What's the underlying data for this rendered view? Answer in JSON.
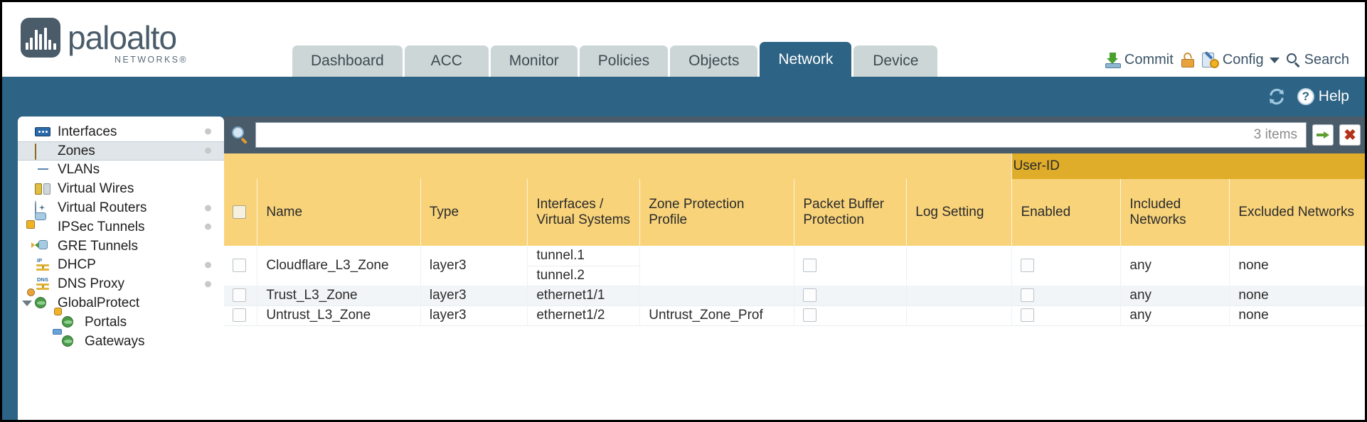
{
  "brand": {
    "name": "paloalto",
    "tagline": "NETWORKS",
    "reg": "®",
    "logo_icon": "paloalto-logo-icon"
  },
  "tabs": [
    {
      "label": "Dashboard",
      "active": false
    },
    {
      "label": "ACC",
      "active": false
    },
    {
      "label": "Monitor",
      "active": false
    },
    {
      "label": "Policies",
      "active": false
    },
    {
      "label": "Objects",
      "active": false
    },
    {
      "label": "Network",
      "active": true
    },
    {
      "label": "Device",
      "active": false
    }
  ],
  "toolbar": {
    "commit_label": "Commit",
    "commit_icon": "commit-icon",
    "lock_icon": "lock-icon",
    "config_label": "Config",
    "config_icon": "config-icon",
    "config_caret_icon": "chevron-down-icon",
    "search_label": "Search",
    "search_icon": "search-icon"
  },
  "subheader": {
    "refresh_icon": "refresh-icon",
    "help_label": "Help",
    "help_icon": "help-icon"
  },
  "sidebar": {
    "items": [
      {
        "label": "Interfaces",
        "icon": "interfaces-icon",
        "selected": false,
        "dot": true,
        "child": false,
        "caret": false
      },
      {
        "label": "Zones",
        "icon": "zones-icon",
        "selected": true,
        "dot": true,
        "child": false,
        "caret": false
      },
      {
        "label": "VLANs",
        "icon": "vlans-icon",
        "selected": false,
        "dot": false,
        "child": false,
        "caret": false
      },
      {
        "label": "Virtual Wires",
        "icon": "virtual-wires-icon",
        "selected": false,
        "dot": false,
        "child": false,
        "caret": false
      },
      {
        "label": "Virtual Routers",
        "icon": "virtual-routers-icon",
        "selected": false,
        "dot": true,
        "child": false,
        "caret": false
      },
      {
        "label": "IPSec Tunnels",
        "icon": "ipsec-tunnels-icon",
        "selected": false,
        "dot": true,
        "child": false,
        "caret": false
      },
      {
        "label": "GRE Tunnels",
        "icon": "gre-tunnels-icon",
        "selected": false,
        "dot": false,
        "child": false,
        "caret": false
      },
      {
        "label": "DHCP",
        "icon": "dhcp-icon",
        "selected": false,
        "dot": true,
        "child": false,
        "caret": false
      },
      {
        "label": "DNS Proxy",
        "icon": "dns-proxy-icon",
        "selected": false,
        "dot": true,
        "child": false,
        "caret": false
      },
      {
        "label": "GlobalProtect",
        "icon": "globalprotect-icon",
        "selected": false,
        "dot": false,
        "child": false,
        "caret": true
      },
      {
        "label": "Portals",
        "icon": "portals-icon",
        "selected": false,
        "dot": false,
        "child": true,
        "caret": false
      },
      {
        "label": "Gateways",
        "icon": "gateways-icon",
        "selected": false,
        "dot": false,
        "child": true,
        "caret": false
      }
    ]
  },
  "search": {
    "value": "",
    "placeholder": "",
    "item_count": "3 items",
    "magnifier_icon": "search-icon",
    "apply_icon": "apply-filter-arrow-icon",
    "clear_icon": "clear-filter-x-icon"
  },
  "table": {
    "group_header": "User-ID",
    "columns": [
      "Name",
      "Type",
      "Interfaces / Virtual Systems",
      "Zone Protection Profile",
      "Packet Buffer Protection",
      "Log Setting",
      "Enabled",
      "Included Networks",
      "Excluded Networks"
    ],
    "rows": [
      {
        "name": "Cloudflare_L3_Zone",
        "type": "layer3",
        "interfaces": [
          "tunnel.1",
          "tunnel.2"
        ],
        "zone_protection_profile": "",
        "packet_buffer_protection": false,
        "log_setting": "",
        "userid_enabled": false,
        "included_networks": "any",
        "excluded_networks": "none"
      },
      {
        "name": "Trust_L3_Zone",
        "type": "layer3",
        "interfaces": [
          "ethernet1/1"
        ],
        "zone_protection_profile": "",
        "packet_buffer_protection": false,
        "log_setting": "",
        "userid_enabled": false,
        "included_networks": "any",
        "excluded_networks": "none"
      },
      {
        "name": "Untrust_L3_Zone",
        "type": "layer3",
        "interfaces": [
          "ethernet1/2"
        ],
        "zone_protection_profile": "Untrust_Zone_Prof",
        "packet_buffer_protection": false,
        "log_setting": "",
        "userid_enabled": false,
        "included_networks": "any",
        "excluded_networks": "none"
      }
    ]
  },
  "colors": {
    "brand_blue": "#2d6384",
    "header_gold": "#f8d37a",
    "group_gold": "#e0ad2b",
    "panel_dark": "#4a5b6a",
    "link_blue": "#4a8ab0"
  }
}
